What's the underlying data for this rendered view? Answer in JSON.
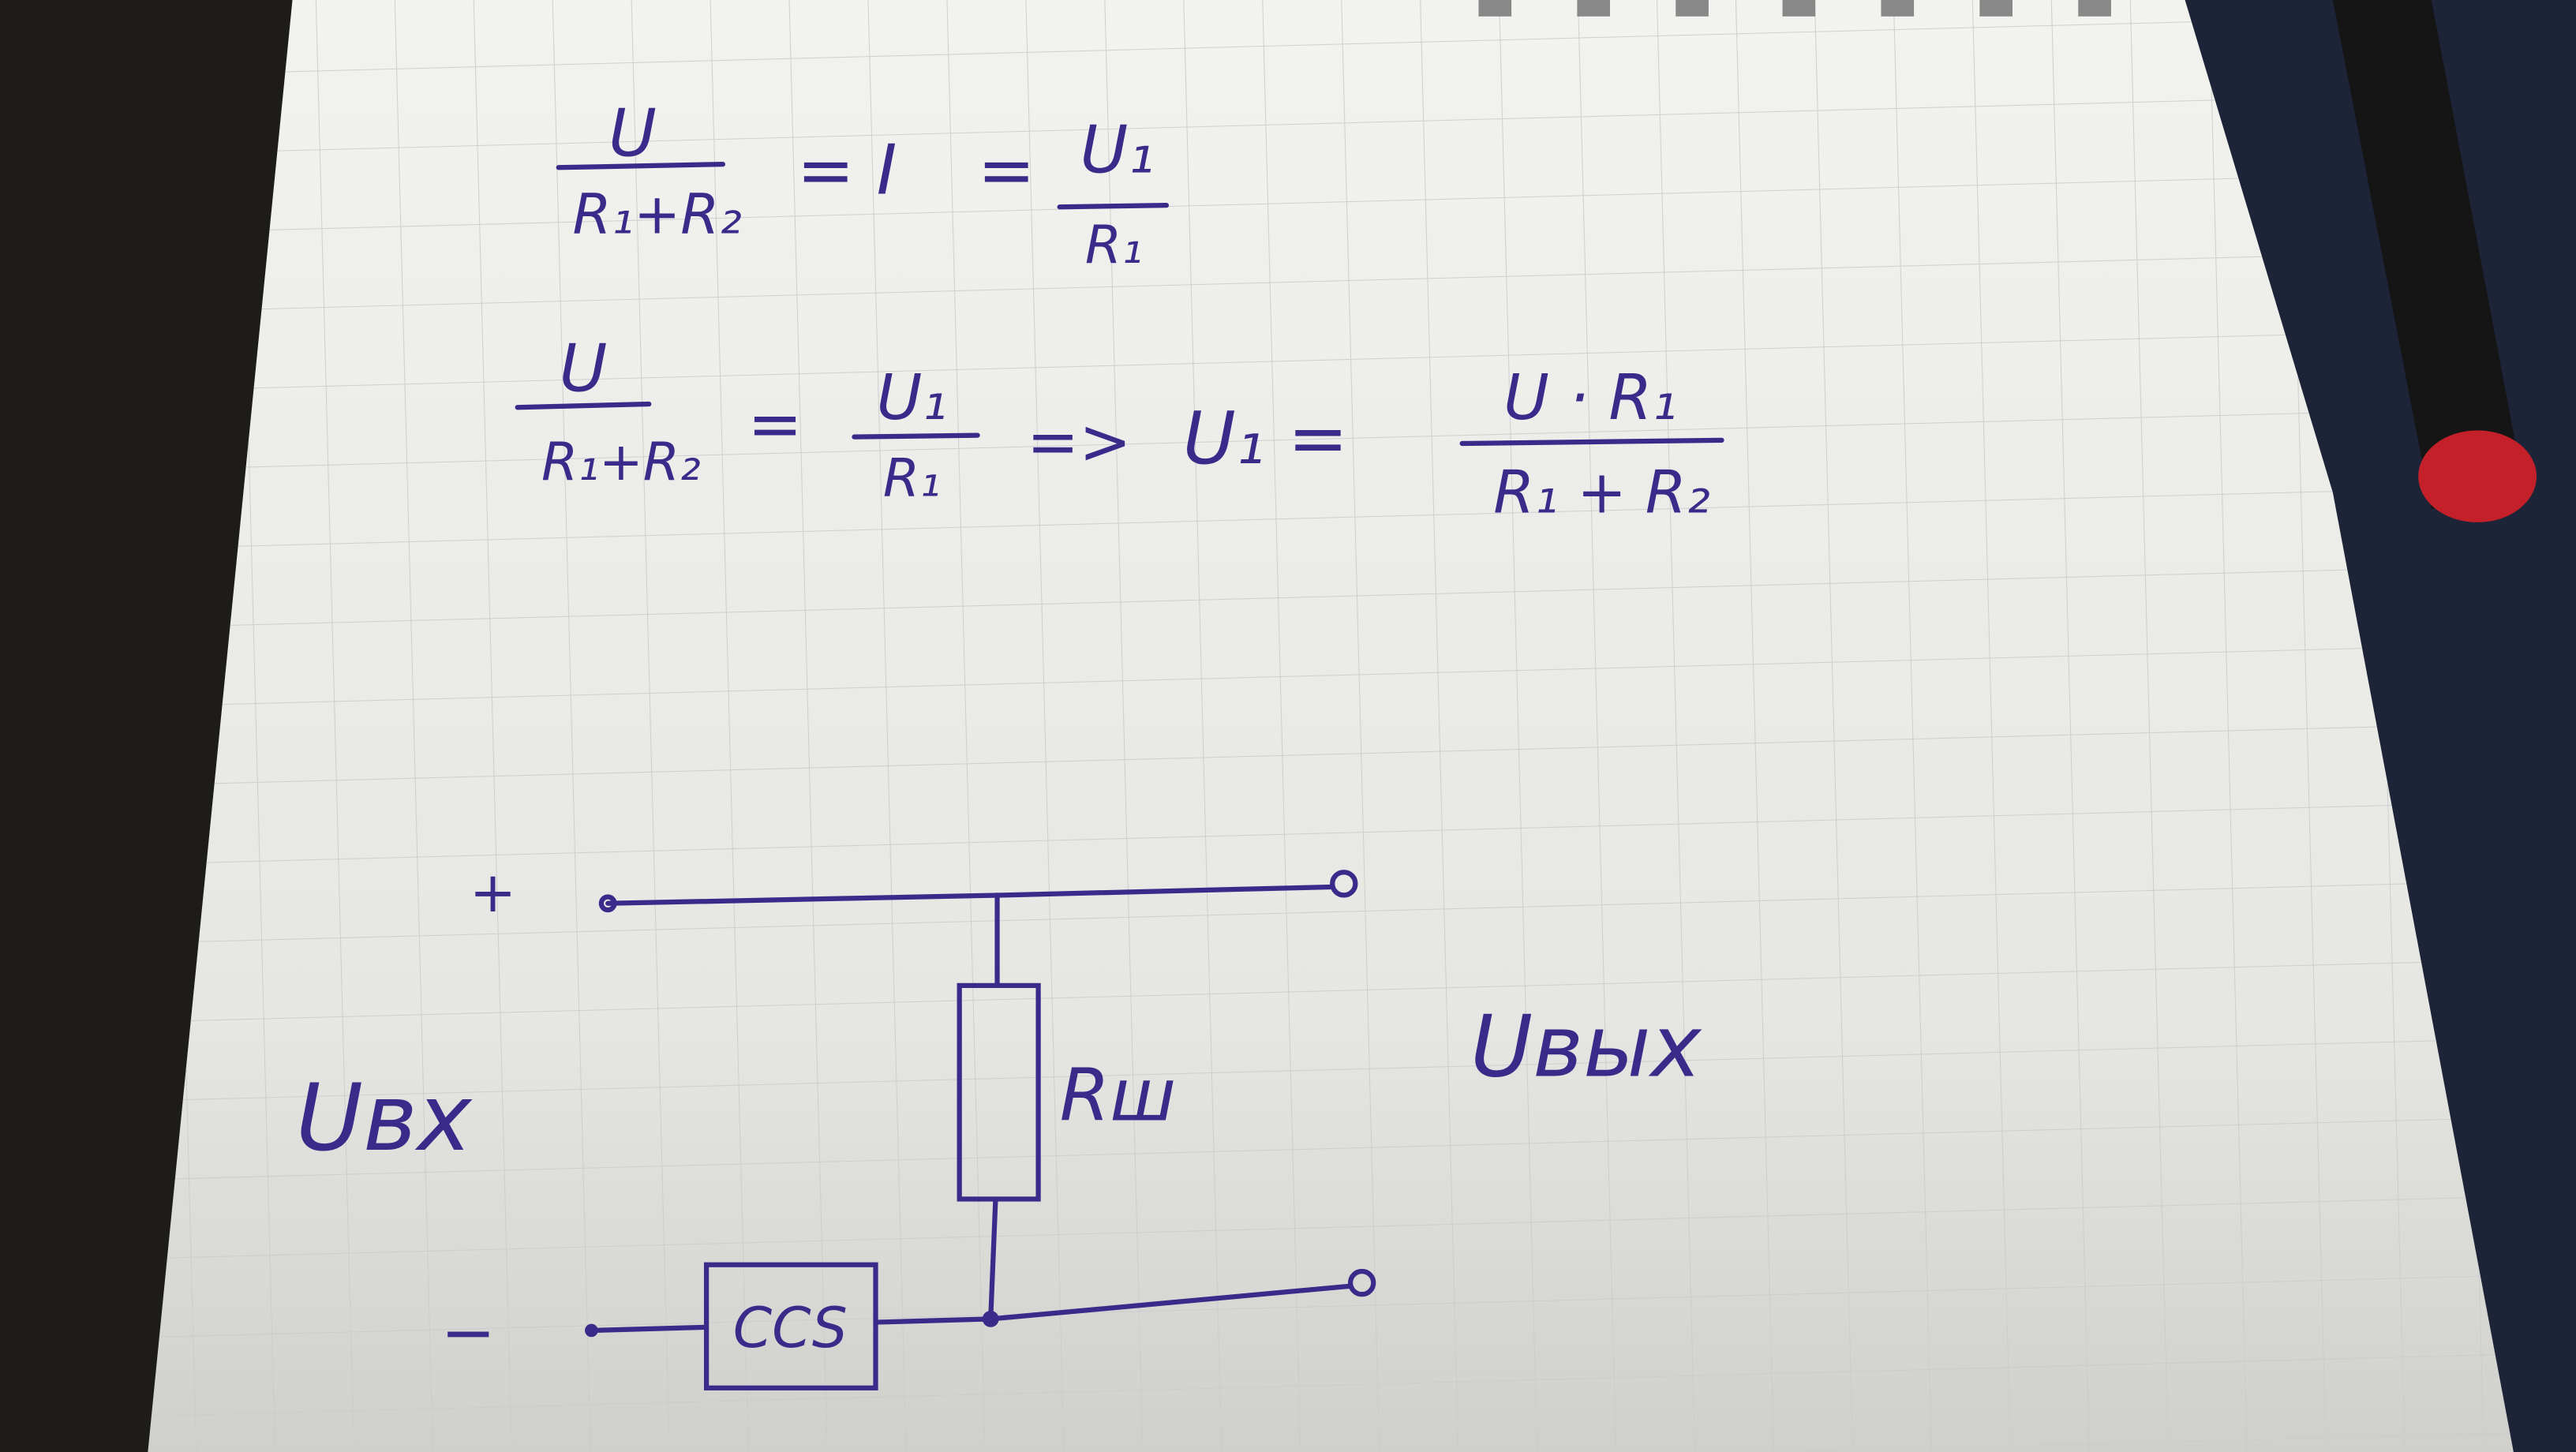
{
  "formulas": {
    "line1": {
      "numerator": "U",
      "denominator": "R₁+R₂",
      "eq_i": "= I",
      "eq": "=",
      "rhs_numerator": "U₁",
      "rhs_denominator": "R₁"
    },
    "line2": {
      "numerator": "U",
      "denominator": "R₁+R₂",
      "eq": "=",
      "mid_numerator": "U₁",
      "mid_denominator": "R₁",
      "implies": "=>",
      "result_lhs": "U₁ =",
      "result_numerator": "U · R₁",
      "result_denominator": "R₁ + R₂"
    }
  },
  "circuit": {
    "plus_label": "+",
    "minus_label": "−",
    "input_label": "Uвх",
    "output_label": "Uвых",
    "resistor_label": "Rш",
    "source_label": "CCS"
  },
  "colors": {
    "ink": "#3a2a8a",
    "paper": "#eeeeea",
    "grid": "#c9ccd0",
    "background": "#1e1c1a"
  }
}
